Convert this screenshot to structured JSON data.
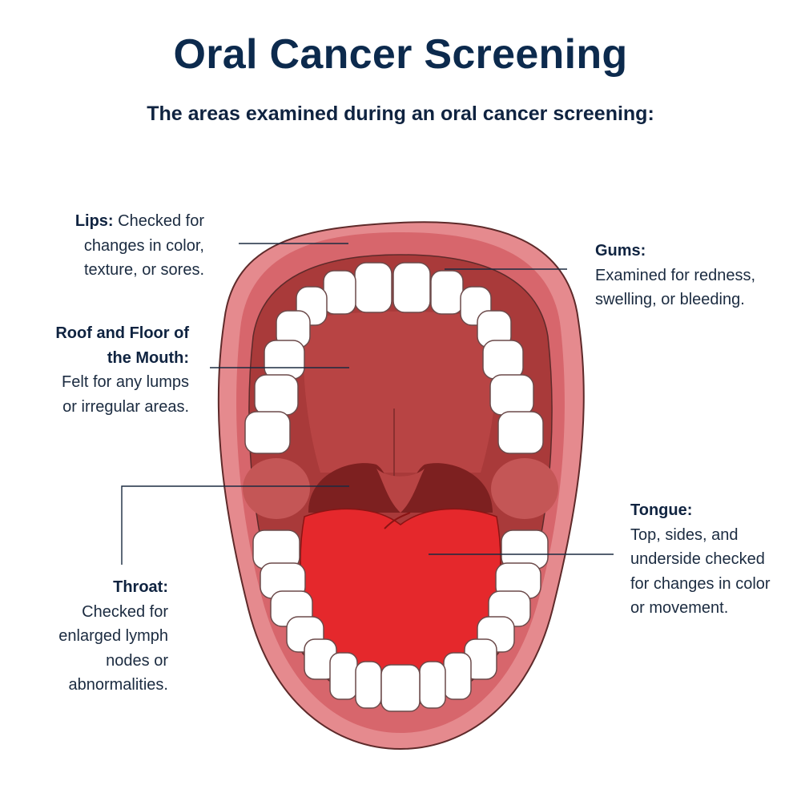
{
  "title": "Oral Cancer Screening",
  "subtitle": "The areas examined during an oral cancer screening:",
  "labels": {
    "lips": {
      "heading": "Lips:",
      "lines": [
        "Checked for",
        "changes in color,",
        "texture, or sores."
      ]
    },
    "roof": {
      "heading_lines": [
        "Roof and Floor of",
        "the Mouth:"
      ],
      "lines": [
        "Felt for any lumps",
        "or irregular areas."
      ]
    },
    "throat": {
      "heading": "Throat:",
      "lines": [
        "Checked for",
        "enlarged lymph",
        "nodes or",
        "abnormalities."
      ]
    },
    "gums": {
      "heading": "Gums:",
      "lines": [
        "Examined for redness,",
        "swelling, or bleeding."
      ]
    },
    "tongue": {
      "heading": "Tongue:",
      "lines": [
        "Top, sides, and",
        "underside checked",
        "for changes in color",
        "or movement."
      ]
    }
  },
  "colors": {
    "lip": "#e58a8e",
    "lip_inner": "#d7666c",
    "cavity": "#a93a3a",
    "palate": "#b84444",
    "throat": "#7d2020",
    "tongue": "#e5282c",
    "tooth": "#ffffff",
    "leader_line": "#1b2b40"
  }
}
